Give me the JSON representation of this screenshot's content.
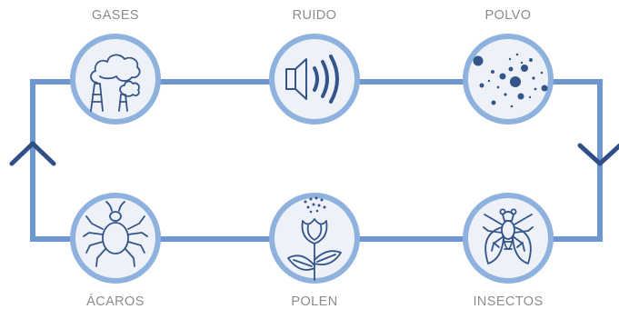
{
  "colors": {
    "loop_line": "#6f97cf",
    "circle_stroke": "#8eb1de",
    "circle_fill": "#eef2f8",
    "icon": "#34558a",
    "arrow": "#2f4f86",
    "label": "#8c8c8c"
  },
  "nodes": [
    {
      "label": "GASES",
      "icon": "factory-smoke-icon"
    },
    {
      "label": "RUIDO",
      "icon": "speaker-sound-icon"
    },
    {
      "label": "POLVO",
      "icon": "dust-particles-icon"
    },
    {
      "label": "INSECTOS",
      "icon": "fly-insect-icon"
    },
    {
      "label": "POLEN",
      "icon": "flower-pollen-icon"
    },
    {
      "label": "ÁCAROS",
      "icon": "mite-icon"
    }
  ]
}
